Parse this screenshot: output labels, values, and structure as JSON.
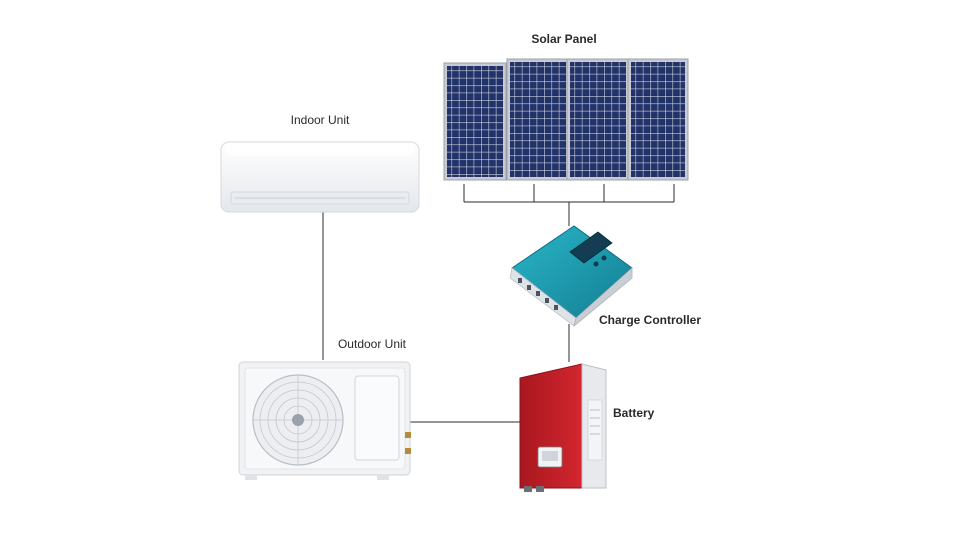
{
  "labels": {
    "solar_panel": "Solar Panel",
    "indoor_unit": "Indoor Unit",
    "outdoor_unit": "Outdoor Unit",
    "charge_controller": "Charge Controller",
    "battery": "Battery"
  },
  "colors": {
    "line": "#2b2b2b",
    "panel_cell": "#1d2b5a",
    "panel_frame": "#c8ccd2",
    "controller": "#1f9fb4",
    "battery_red": "#c8202a",
    "unit_white": "#f3f4f6"
  },
  "icons": {
    "solar_panels": "solar-panel-icon",
    "indoor_unit": "indoor-ac-unit-icon",
    "outdoor_unit": "outdoor-ac-unit-icon",
    "charge_controller": "charge-controller-icon",
    "battery": "battery-inverter-icon"
  }
}
